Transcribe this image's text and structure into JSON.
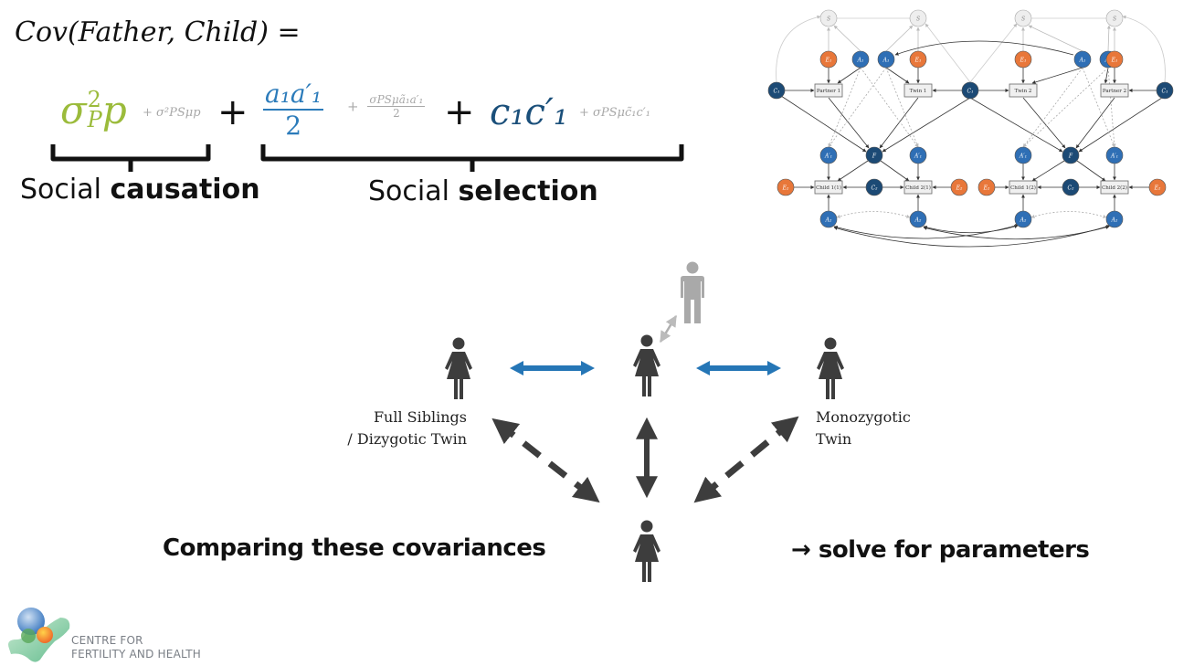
{
  "equation": {
    "lhs": "Cov(Father, Child) =",
    "term_causation_main": {
      "base": "σ",
      "sup": "2",
      "sub": "P",
      "tail": "p"
    },
    "term_causation_extra": "+ σ²PSμp",
    "plus": "+",
    "term_genetic_main": {
      "numerator": "a₁a′₁",
      "denominator": "2"
    },
    "term_genetic_extra": {
      "prefix": "+",
      "numerator": "σPSμã₁a′₁",
      "denominator": "2"
    },
    "term_cultural_main": "c₁c′₁",
    "term_cultural_extra": "+ σPSμc̃₁c′₁",
    "colors": {
      "causation": "#9bbb3b",
      "genetic": "#2b7bba",
      "cultural": "#1a4f7a",
      "extra_terms": "#a8a8a8"
    }
  },
  "braces": {
    "causation": {
      "regular": "Social ",
      "bold": "causation"
    },
    "selection": {
      "regular": "Social ",
      "bold": "selection"
    }
  },
  "family_diagram": {
    "left_label_line1": "Full Siblings",
    "left_label_line2": "/ Dizygotic Twin",
    "right_label_line1": "Monozygotic",
    "right_label_line2": "Twin",
    "colors": {
      "person": "#3d3d3d",
      "partner": "#a9a9a9",
      "twin_arrow": "#2576b6",
      "child_arrow": "#3d3d3d"
    }
  },
  "bottom": {
    "left": "Comparing these covariances",
    "right": "→ solve for parameters"
  },
  "logo": {
    "line1": "CENTRE FOR",
    "line2": "FERTILITY AND HEALTH"
  },
  "path_model": {
    "top_nodes": [
      "S",
      "S",
      "S",
      "S"
    ],
    "parents": [
      "Partner 1",
      "Twin 1",
      "Twin 2",
      "Partner 2"
    ],
    "children": [
      "Child 1(1)",
      "Child 2(1)",
      "Child 1(2)",
      "Child 2(2)"
    ],
    "latent_labels": {
      "A1": "A₁",
      "E1": "E₁",
      "C1": "C₁",
      "F": "F",
      "A1p": "A′₁",
      "C2": "C₂",
      "E2": "E₂",
      "A2": "A₂"
    },
    "colors": {
      "A": "#2f6fb5",
      "E": "#e8773a",
      "C": "#1c4a75",
      "F": "#1c4a75",
      "S": "#eeeeee",
      "box": "#f0f0f0"
    }
  }
}
